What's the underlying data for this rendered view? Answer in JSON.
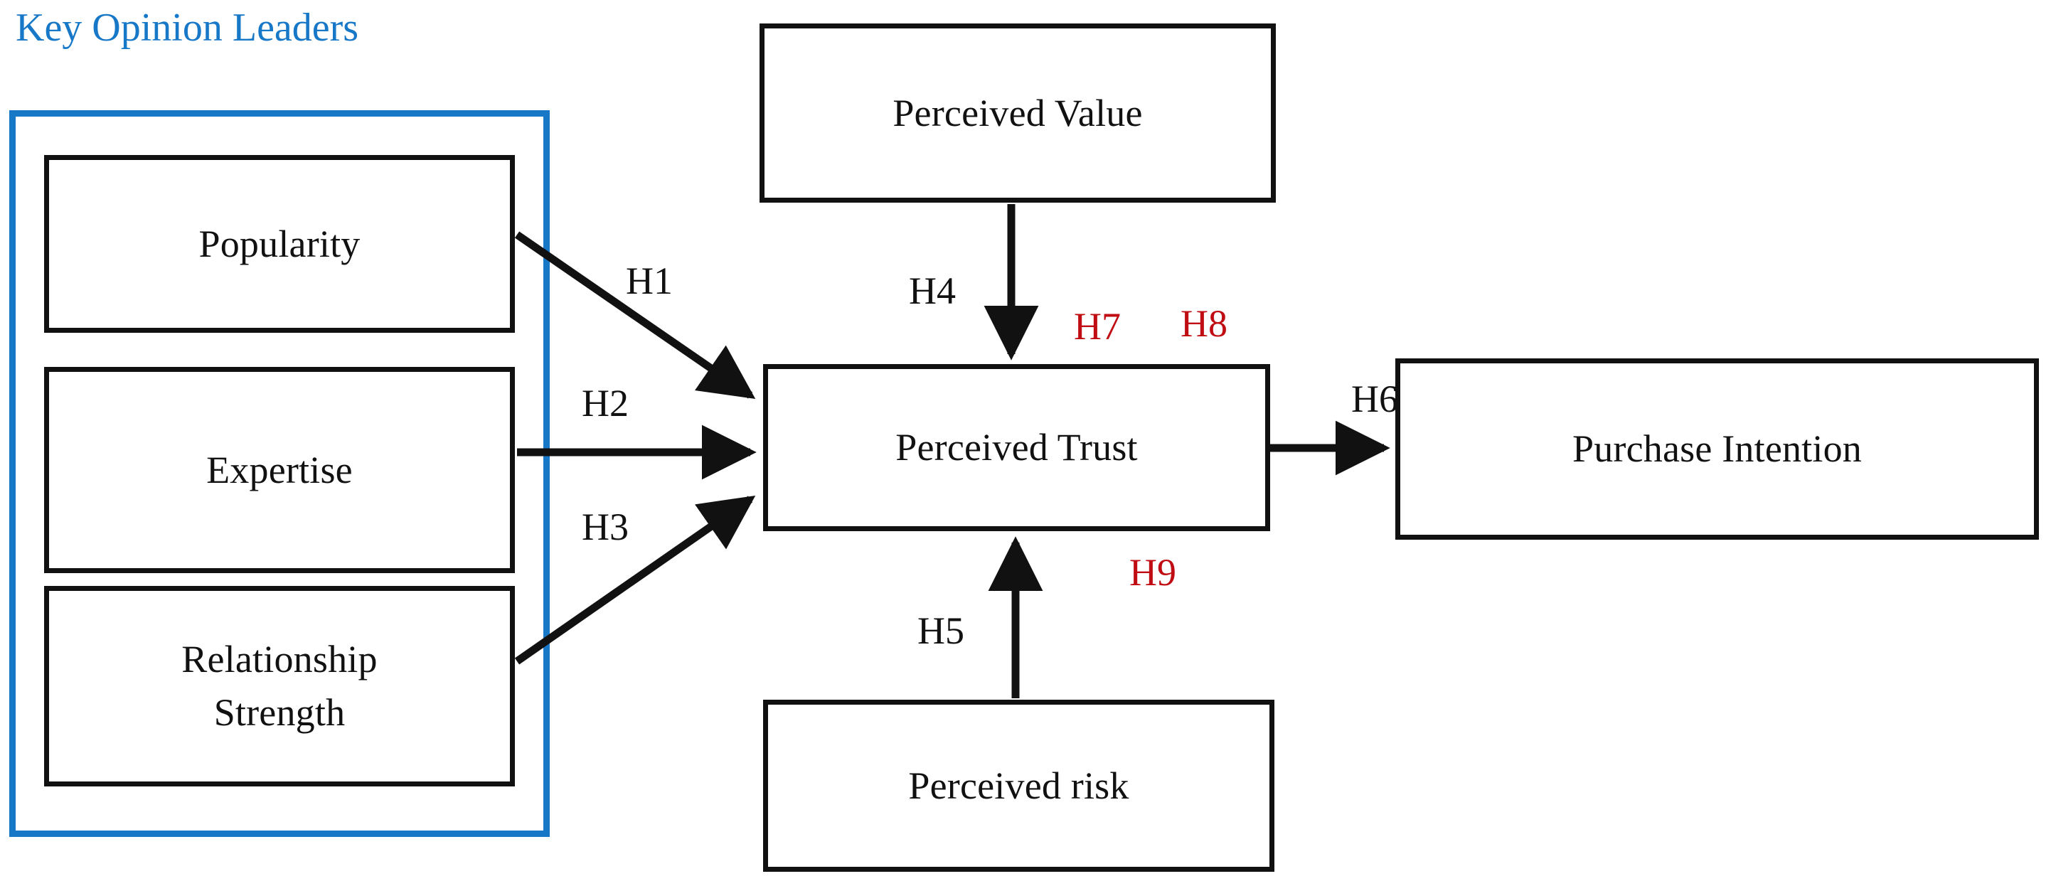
{
  "diagram": {
    "title": "Key Opinion Leaders",
    "title_color": "#1878c8",
    "group_border_color": "#1878c8",
    "node_border_color": "#111111",
    "moderator_color": "#c00d13",
    "background": "#ffffff",
    "type": "conceptual-research-model"
  },
  "group": {
    "label": "Key Opinion Leaders",
    "members": [
      "Popularity",
      "Expertise",
      "Relationship Strength"
    ]
  },
  "nodes": [
    {
      "id": "popularity",
      "label": "Popularity"
    },
    {
      "id": "expertise",
      "label": "Expertise"
    },
    {
      "id": "relationship",
      "label": "Relationship\nStrength",
      "line1": "Relationship",
      "line2": "Strength"
    },
    {
      "id": "value",
      "label": "Perceived Value"
    },
    {
      "id": "trust",
      "label": "Perceived Trust"
    },
    {
      "id": "risk",
      "label": "Perceived risk"
    },
    {
      "id": "intent",
      "label": "Purchase Intention"
    }
  ],
  "edges": [
    {
      "id": "h1",
      "label": "H1",
      "from": "popularity",
      "to": "trust",
      "kind": "direct",
      "color": "#111111"
    },
    {
      "id": "h2",
      "label": "H2",
      "from": "expertise",
      "to": "trust",
      "kind": "direct",
      "color": "#111111"
    },
    {
      "id": "h3",
      "label": "H3",
      "from": "relationship",
      "to": "trust",
      "kind": "direct",
      "color": "#111111"
    },
    {
      "id": "h4",
      "label": "H4",
      "from": "value",
      "to": "trust",
      "kind": "direct",
      "color": "#111111"
    },
    {
      "id": "h5",
      "label": "H5",
      "from": "risk",
      "to": "trust",
      "kind": "direct",
      "color": "#111111"
    },
    {
      "id": "h6",
      "label": "H6",
      "from": "trust",
      "to": "intent",
      "kind": "direct",
      "color": "#111111"
    },
    {
      "id": "h7",
      "label": "H7",
      "from": "",
      "to": "trust",
      "kind": "moderator",
      "color": "#c00d13"
    },
    {
      "id": "h8",
      "label": "H8",
      "from": "",
      "to": "trust",
      "kind": "moderator",
      "color": "#c00d13"
    },
    {
      "id": "h9",
      "label": "H9",
      "from": "",
      "to": "trust",
      "kind": "moderator",
      "color": "#c00d13"
    }
  ]
}
